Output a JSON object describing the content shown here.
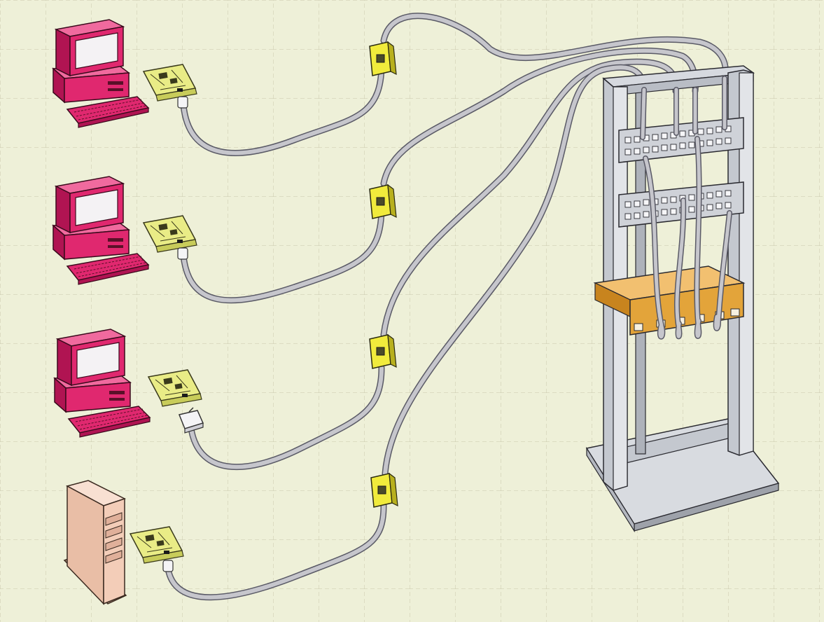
{
  "diagram": {
    "workstations": [
      {
        "kind": "desktop-pc",
        "nic_connector": "rj45-plug"
      },
      {
        "kind": "desktop-pc",
        "nic_connector": "rj45-plug"
      },
      {
        "kind": "desktop-pc",
        "nic_connector": "adapter-dongle"
      },
      {
        "kind": "tower-server",
        "nic_connector": "rj45-plug"
      }
    ],
    "wall_jacks": 4,
    "rack": {
      "patch_panels": 2,
      "hub": 1
    },
    "colors": {
      "background": "#eef0d8",
      "grid": "#c9c9ad",
      "pc_body": "#e0286f",
      "pc_dark": "#b01452",
      "screen": "#f4f2f4",
      "nic_card": "#e9ec86",
      "nic_chip": "#3a3a1c",
      "jack": "#f1eb3c",
      "cable": "#c6c6cc",
      "cable_edge": "#5a5a66",
      "rack": "#c4c8cf",
      "rack_edge": "#2a2a30",
      "hub": "#e3a43a",
      "tower": "#f3cdb8"
    }
  }
}
